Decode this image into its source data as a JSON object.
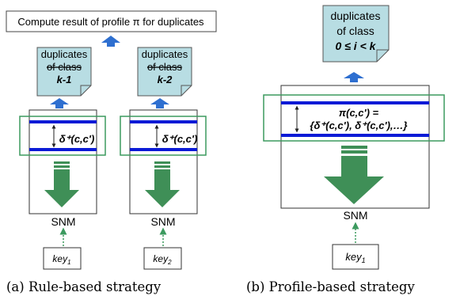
{
  "colors": {
    "band_blue": "#0a1ad6",
    "frame_green": "#3c9a5f",
    "arrow_green": "#3f8f57",
    "note_fill": "#b8dde3",
    "small_arrow": "#2e6fd0"
  },
  "left": {
    "top_label": "Compute result of profile π for duplicates",
    "note1": {
      "line1": "duplicates",
      "line2": "of class",
      "line3": "k-1"
    },
    "note2": {
      "line1": "duplicates",
      "line2": "of class",
      "line3": "k-2"
    },
    "delta1": "δ⁺(c,c')",
    "delta2": "δ⁺(c,c')",
    "snm1": "SNM",
    "snm2": "SNM",
    "key1": {
      "base": "key",
      "sub": "1"
    },
    "key2": {
      "base": "key",
      "sub": "2"
    },
    "caption": "(a) Rule-based strategy"
  },
  "right": {
    "note": {
      "line1": "duplicates",
      "line2": "of class",
      "line3": "0 ≤ i < k"
    },
    "profile_line1": "π(c,c') =",
    "profile_line2": "{δ⁺(c,c'), δ⁺(c,c'),…}",
    "snm": "SNM",
    "key": {
      "base": "key",
      "sub": "1"
    },
    "caption": "(b) Profile-based strategy"
  }
}
